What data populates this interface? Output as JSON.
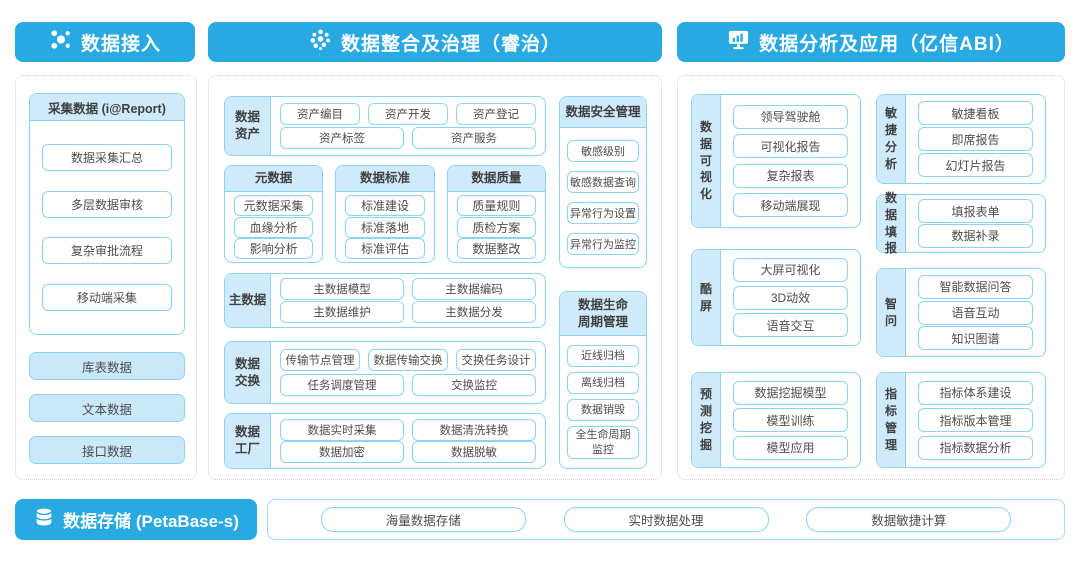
{
  "colors": {
    "header_blue": "#29a9e1",
    "strip_fill": "#cfeafb",
    "chip_border": "#8cd3f5",
    "filled_chip": "#c9e8fa"
  },
  "headers": {
    "access": {
      "label": "数据接入",
      "icon": "network-dots-icon"
    },
    "governance": {
      "label": "数据整合及治理（睿治）",
      "icon": "dots-cluster-icon"
    },
    "analysis": {
      "label": "数据分析及应用（亿信ABI）",
      "icon": "monitor-chart-icon"
    }
  },
  "access_panel": {
    "report_group": {
      "title": "采集数据 (i@Report)",
      "items": [
        "数据采集汇总",
        "多层数据审核",
        "复杂审批流程",
        "移动端采集"
      ]
    },
    "source_items": [
      "库表数据",
      "文本数据",
      "接口数据"
    ]
  },
  "governance_panel": {
    "asset": {
      "label": "数据资产",
      "rows": [
        [
          "资产编目",
          "资产开发",
          "资产登记"
        ],
        [
          "资产标签",
          "资产服务"
        ]
      ]
    },
    "meta_columns": [
      {
        "title": "元数据",
        "items": [
          "元数据采集",
          "血缘分析",
          "影响分析"
        ]
      },
      {
        "title": "数据标准",
        "items": [
          "标准建设",
          "标准落地",
          "标准评估"
        ]
      },
      {
        "title": "数据质量",
        "items": [
          "质量规则",
          "质检方案",
          "数据整改"
        ]
      }
    ],
    "master": {
      "label": "主数据",
      "rows": [
        [
          "主数据模型",
          "主数据编码"
        ],
        [
          "主数据维护",
          "主数据分发"
        ]
      ]
    },
    "exchange": {
      "label": "数据交换",
      "rows": [
        [
          "传输节点管理",
          "数据传输交换",
          "交换任务设计"
        ],
        [
          "任务调度管理",
          "交换监控"
        ]
      ]
    },
    "factory": {
      "label": "数据工厂",
      "rows": [
        [
          "数据实时采集",
          "数据清洗转换"
        ],
        [
          "数据加密",
          "数据脱敏"
        ]
      ]
    },
    "security": {
      "title": "数据安全管理",
      "items": [
        "敏感级别",
        "敏感数据查询",
        "异常行为设置",
        "异常行为监控"
      ]
    },
    "lifecycle": {
      "title": "数据生命周期管理",
      "items": [
        "近线归档",
        "离线归档",
        "数据销毁",
        "全生命周期监控"
      ]
    }
  },
  "analysis_panel": {
    "left": [
      {
        "label": "数据可视化",
        "items": [
          "领导驾驶舱",
          "可视化报告",
          "复杂报表",
          "移动端展现"
        ]
      },
      {
        "label": "酷屏",
        "items": [
          "大屏可视化",
          "3D动效",
          "语音交互"
        ]
      },
      {
        "label": "预测挖掘",
        "items": [
          "数据挖掘模型",
          "模型训练",
          "模型应用"
        ]
      }
    ],
    "right": [
      {
        "label": "敏捷分析",
        "items": [
          "敏捷看板",
          "即席报告",
          "幻灯片报告"
        ]
      },
      {
        "label": "数据填报",
        "items": [
          "填报表单",
          "数据补录"
        ]
      },
      {
        "label": "智问",
        "items": [
          "智能数据问答",
          "语音互动",
          "知识图谱"
        ]
      },
      {
        "label": "指标管理",
        "items": [
          "指标体系建设",
          "指标版本管理",
          "指标数据分析"
        ]
      }
    ]
  },
  "storage": {
    "label": "数据存储 (PetaBase-s)",
    "icon": "database-icon",
    "items": [
      "海量数据存储",
      "实时数据处理",
      "数据敏捷计算"
    ]
  }
}
